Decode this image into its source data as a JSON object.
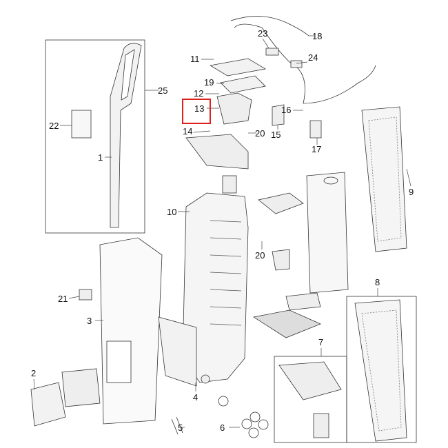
{
  "diagram": {
    "highlight_color": "#e0201c",
    "highlighted_part": "13",
    "part_labels": [
      "18",
      "23",
      "24",
      "11",
      "19",
      "12",
      "13",
      "16",
      "14",
      "20",
      "15",
      "17",
      "25",
      "22",
      "1",
      "9",
      "10",
      "20",
      "8",
      "21",
      "3",
      "7",
      "2",
      "4",
      "5",
      "6"
    ]
  }
}
